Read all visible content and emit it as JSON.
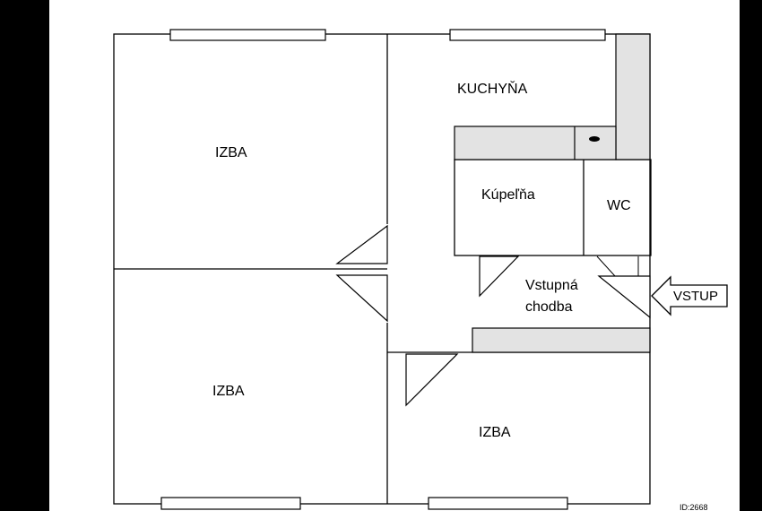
{
  "rooms": {
    "room_top_left": "IZBA",
    "room_bottom_left": "IZBA",
    "room_bottom_right": "IZBA",
    "kitchen": "KUCHYŇA",
    "bathroom": "Kúpeľňa",
    "wc": "WC",
    "hall_line1": "Vstupná",
    "hall_line2": "chodba"
  },
  "entrance_label": "VSTUP",
  "id_label": "ID:2668",
  "colors": {
    "background": "#000000",
    "sheet": "#ffffff",
    "wall": "#000000",
    "fixture": "#e3e3e3"
  }
}
